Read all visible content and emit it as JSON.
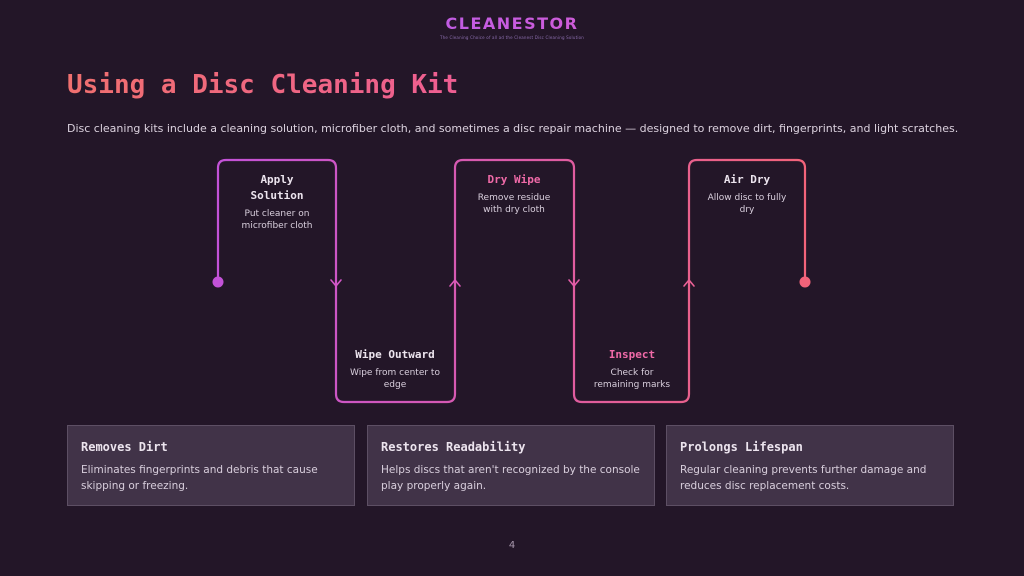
{
  "logo": {
    "name": "CLEANESTOR",
    "tagline": "The Cleaning Choice of all ad the Cleanest Disc Cleaning Solution"
  },
  "title": "Using a Disc Cleaning Kit",
  "subtitle": "Disc cleaning kits include a cleaning solution, microfiber cloth, and sometimes a disc repair machine — designed to remove dirt, fingerprints, and light scratches.",
  "steps": [
    {
      "title": "Apply Solution",
      "desc": "Put cleaner on microfiber cloth"
    },
    {
      "title": "Wipe Outward",
      "desc": "Wipe from center to edge"
    },
    {
      "title": "Dry Wipe",
      "desc": "Remove residue with dry cloth"
    },
    {
      "title": "Inspect",
      "desc": "Check for remaining marks"
    },
    {
      "title": "Air Dry",
      "desc": "Allow disc to fully dry"
    }
  ],
  "cards": [
    {
      "title": "Removes Dirt",
      "text": "Eliminates fingerprints and debris that cause skipping or freezing."
    },
    {
      "title": "Restores Readability",
      "text": "Helps discs that aren't recognized by the console play properly again."
    },
    {
      "title": "Prolongs Lifespan",
      "text": "Regular cleaning prevents further damage and reduces disc replacement costs."
    }
  ],
  "page_number": "4",
  "colors": {
    "background": "#231628",
    "gradient_start": "#c352d8",
    "gradient_end": "#f2637a",
    "title": "#f07070",
    "accent_pink": "#f06aa8",
    "card_bg": "#413348"
  }
}
